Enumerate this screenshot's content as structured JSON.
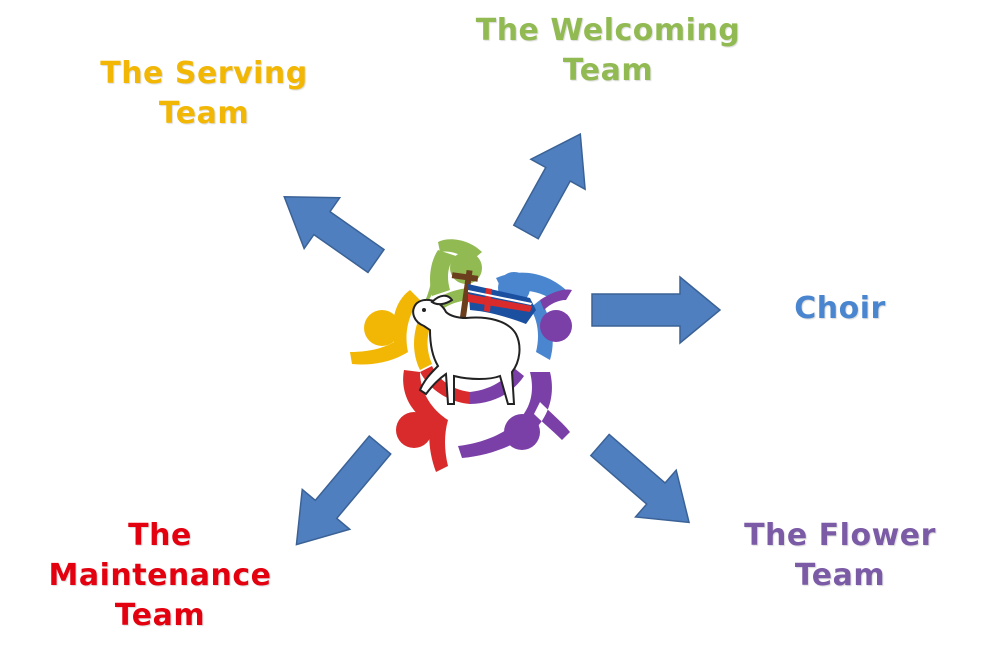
{
  "teams": {
    "serving": {
      "line1": "The Serving",
      "line2": "Team",
      "color": "#F2B705"
    },
    "welcoming": {
      "line1": "The Welcoming",
      "line2": "Team",
      "color": "#92BA52"
    },
    "choir": {
      "line1": "Choir",
      "color": "#4A86CF"
    },
    "flower": {
      "line1": "The Flower",
      "line2": "Team",
      "color": "#7B5AA6"
    },
    "maintenance": {
      "line1": "The",
      "line2": "Maintenance",
      "line3": "Team",
      "color": "#E3000F"
    }
  },
  "arrow_color": "#4F7FBF",
  "logo": {
    "figure_colors": [
      "#F2B705",
      "#92BA52",
      "#4A86CF",
      "#7B3FA8",
      "#D92B2B"
    ],
    "flag_colors": [
      "#1B4FA0",
      "#D92B2B",
      "#ffffff"
    ]
  }
}
